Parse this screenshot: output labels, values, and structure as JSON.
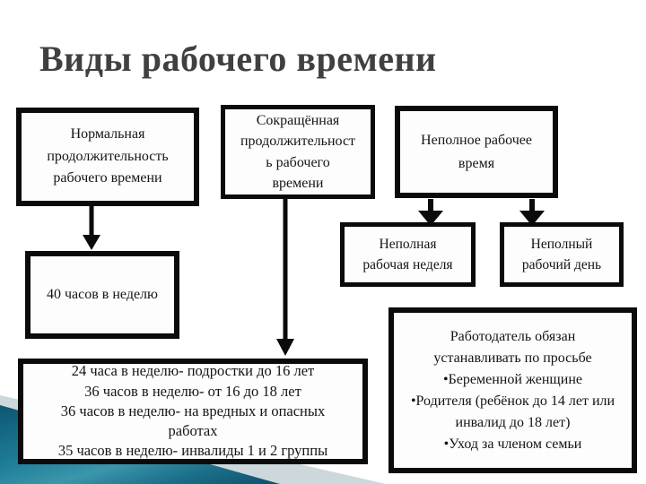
{
  "slide": {
    "title": "Виды рабочего времени"
  },
  "boxes": {
    "normal": {
      "text": "Нормальная\nпродолжительность\nрабочего времени"
    },
    "reduced": {
      "text": "Сокращённая\nпродолжительност\nь рабочего\nвремени"
    },
    "parttime": {
      "text": "Неполное рабочее\nвремя"
    },
    "partweek": {
      "text": "Неполная\nрабочая неделя"
    },
    "partday": {
      "text": "Неполный\nрабочий день"
    },
    "hours40": {
      "text": "40 часов в неделю"
    },
    "details": {
      "text": "24 часа в неделю- подростки до 16 лет\n36 часов в неделю- от 16 до 18 лет\n36 часов в неделю- на вредных и опасных\nработах\n35 часов в неделю- инвалиды 1 и 2 группы"
    },
    "employer": {
      "text": "Работодатель обязан\nустанавливать по просьбе\n•Беременной женщине\n•Родителя (ребёнок до 14 лет или\nинвалид до 18 лет)\n•Уход за членом семьи"
    }
  },
  "colors": {
    "border": "#0b0b0b",
    "title_text": "#404040",
    "accent_teal": "#1f7e98",
    "wedge_highlight": "#ccd8db",
    "box_fill": "#fdfdfd"
  }
}
